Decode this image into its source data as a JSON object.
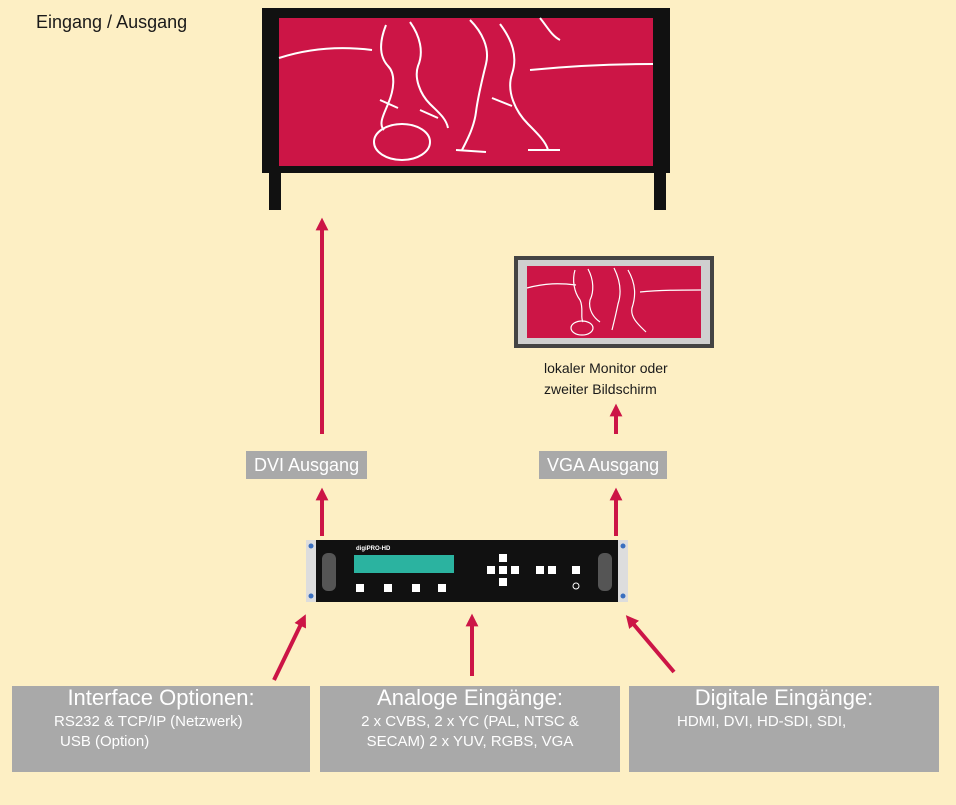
{
  "title": "Eingang / Ausgang",
  "output_labels": {
    "dvi": "DVI Ausgang",
    "vga": "VGA Ausgang"
  },
  "monitor_caption": [
    "lokaler Monitor oder",
    "zweiter Bildschirm"
  ],
  "device_label": "digiPRO-HD",
  "panels": {
    "interface": {
      "heading": "Interface Optionen:",
      "lines": [
        "RS232 & TCP/IP (Netzwerk)",
        "USB (Option)"
      ]
    },
    "analog": {
      "heading": "Analoge Eingänge:",
      "lines": [
        "2 x CVBS, 2 x YC (PAL, NTSC &",
        "SECAM) 2 x YUV, RGBS, VGA"
      ]
    },
    "digital": {
      "heading": "Digitale Eingänge:",
      "lines": [
        "HDMI, DVI, HD-SDI, SDI,"
      ]
    }
  },
  "colors": {
    "background": "#fdefc4",
    "screen": "#cc1546",
    "arrow": "#cc1546",
    "label_box": "#a9a9a9",
    "device_body": "#111111",
    "device_display": "#2bb3a0"
  }
}
